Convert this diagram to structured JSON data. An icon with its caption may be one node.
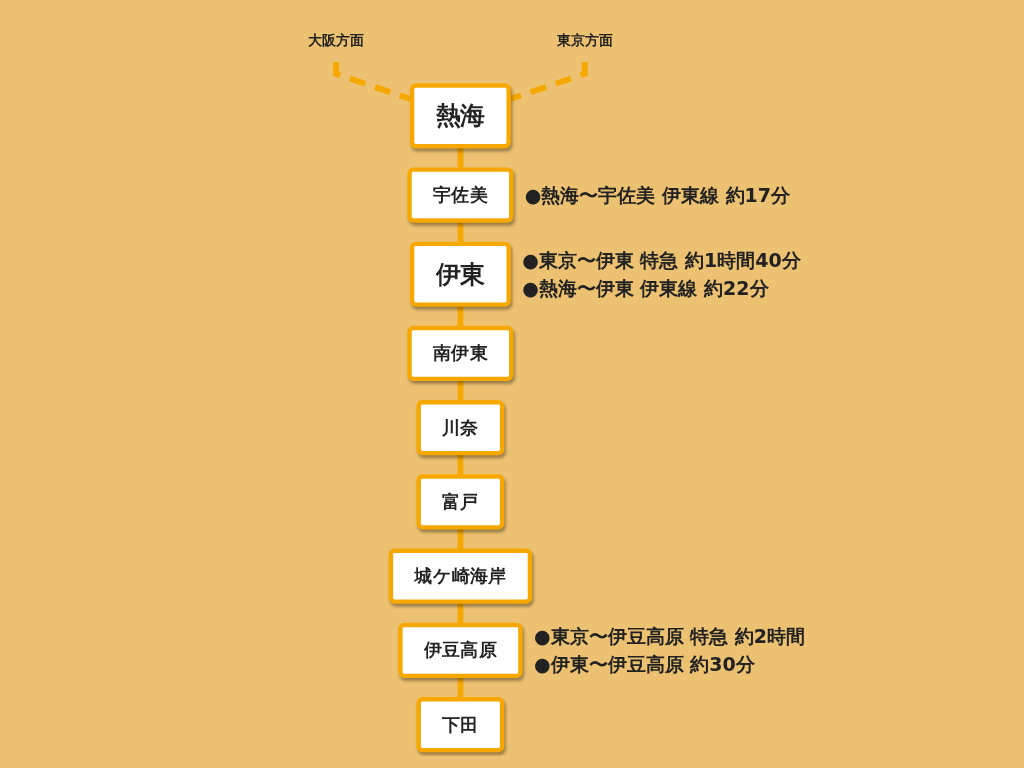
{
  "diagram": {
    "nodes": [
      {
        "text": [
          "大阪方面"
        ]
      },
      {
        "text": [
          "熱海"
        ]
      },
      {
        "text": [
          "東京方面"
        ]
      },
      {
        "text": [
          "宇佐美"
        ],
        "beside": [
          "●熱海〜宇佐美 伊東線 約17分"
        ]
      },
      {
        "text": [
          "伊東"
        ],
        "beside": [
          "●東京〜伊東 特急 約1時間40分",
          "●熱海〜伊東 伊東線 約22分"
        ]
      },
      {
        "text": [
          "南伊東"
        ]
      },
      {
        "text": [
          "川奈"
        ]
      },
      {
        "text": [
          "富戸"
        ]
      },
      {
        "text": [
          "城ケ崎海岸"
        ]
      },
      {
        "text": [
          "伊豆高原"
        ],
        "beside": [
          "●東京〜伊豆高原 特急 約2時間",
          "●伊東〜伊豆高原 約30分"
        ]
      },
      {
        "text": [
          "下田"
        ]
      }
    ],
    "edges": [
      {
        "from": 0,
        "to": 1,
        "arrow": "none",
        "style": "dashed"
      },
      {
        "from": 2,
        "to": 1,
        "arrow": "none",
        "style": "dashed"
      },
      {
        "from": 1,
        "to": 3,
        "arrow": "none"
      },
      {
        "from": 3,
        "to": 4,
        "arrow": "none"
      },
      {
        "from": 4,
        "to": 5,
        "arrow": "none"
      },
      {
        "from": 5,
        "to": 6,
        "arrow": "none"
      },
      {
        "from": 6,
        "to": 7,
        "arrow": "none"
      },
      {
        "from": 7,
        "to": 8,
        "arrow": "none"
      },
      {
        "from": 8,
        "to": 9,
        "arrow": "none"
      },
      {
        "from": 9,
        "to": 10,
        "arrow": "none"
      }
    ]
  }
}
